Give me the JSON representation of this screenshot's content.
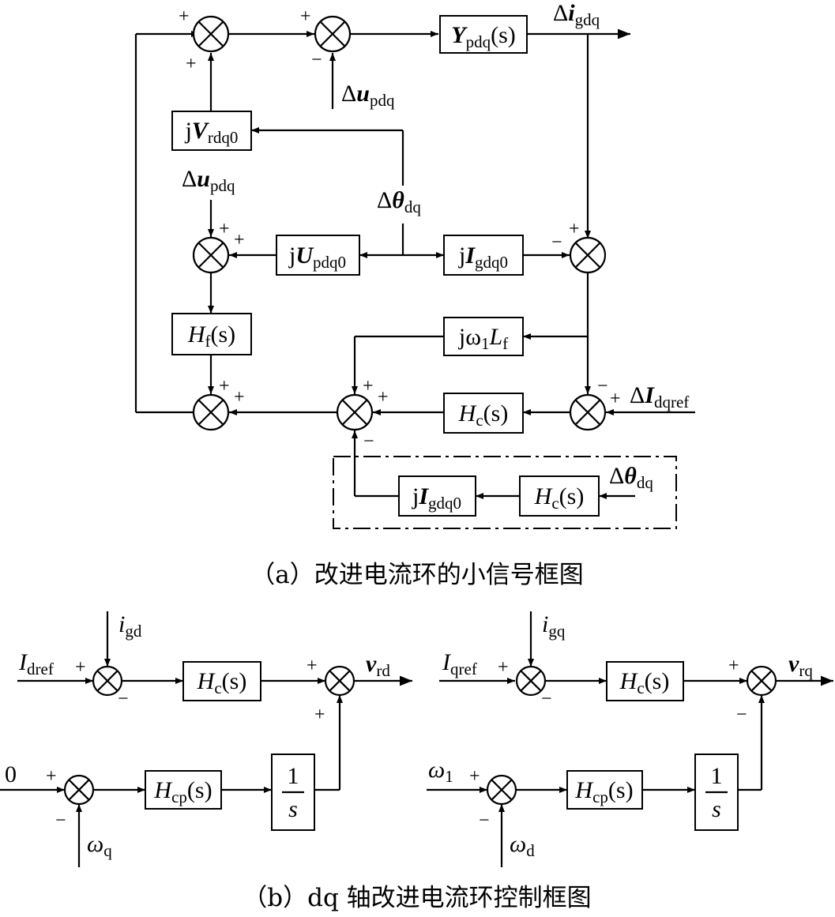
{
  "colors": {
    "ink": "#000000",
    "background": "#ffffff"
  },
  "diagram_a": {
    "caption": "（a）改进电流环的小信号框图",
    "blocks": {
      "Y": {
        "main": "Y",
        "sub": "pdq",
        "tail": "(s)"
      },
      "jV": {
        "head": "j",
        "main": "V",
        "sub": "rdq0"
      },
      "jU": {
        "head": "j",
        "main": "U",
        "sub": "pdq0"
      },
      "jI": {
        "head": "j",
        "main": "I",
        "sub": "gdq0"
      },
      "Hf": {
        "main": "H",
        "sub": "f",
        "tail": "(s)"
      },
      "jwL": {
        "head": "jω",
        "sub1": "1",
        "main": "L",
        "sub": "f"
      },
      "Hc": {
        "main": "H",
        "sub": "c",
        "tail": "(s)"
      },
      "jI2": {
        "head": "j",
        "main": "I",
        "sub": "gdq0"
      },
      "Hc2": {
        "main": "H",
        "sub": "c",
        "tail": "(s)"
      }
    },
    "signals": {
      "delta_i": {
        "pre": "Δ",
        "main": "i",
        "sub": "gdq"
      },
      "delta_u_top": {
        "pre": "Δ",
        "main": "u",
        "sub": "pdq"
      },
      "delta_u_left": {
        "pre": "Δ",
        "main": "u",
        "sub": "pdq"
      },
      "delta_theta": {
        "pre": "Δ",
        "main": "θ",
        "sub": "dq"
      },
      "delta_I_ref": {
        "pre": "Δ",
        "main": "I",
        "sub": "dqref"
      },
      "delta_theta_box": {
        "pre": "Δ",
        "main": "θ",
        "sub": "dq"
      }
    },
    "signs": {
      "s1_top": "+",
      "s1_bottom": "+",
      "s2_top": "+",
      "s2_bottom": "−",
      "s3_top": "+",
      "s3_right": "+",
      "s4_top": "+",
      "s4_left": "−",
      "s5_top": "+",
      "s5_right": "+",
      "s6_top": "+",
      "s6_right": "+",
      "s6_bottom": "−",
      "s7_top": "−",
      "s7_right": "+"
    }
  },
  "diagram_b": {
    "caption": "（b）dq 轴改进电流环控制框图",
    "left": {
      "in_ref": {
        "main": "I",
        "sub": "dref"
      },
      "fb_i": {
        "main": "i",
        "sub": "gd"
      },
      "Hc": {
        "main": "H",
        "sub": "c",
        "tail": "(s)"
      },
      "out": {
        "main": "v",
        "sub": "rd"
      },
      "zero": "0",
      "Hcp": {
        "main": "H",
        "sub": "cp",
        "tail": "(s)"
      },
      "int_num": "1",
      "int_den": "s",
      "omega": {
        "main": "ω",
        "sub": "q"
      },
      "signs": {
        "a_left": "+",
        "a_bottom": "−",
        "b_top": "+",
        "b_bottom": "+",
        "c_left": "+",
        "c_bottom": "−"
      }
    },
    "right": {
      "in_ref": {
        "main": "I",
        "sub": "qref"
      },
      "fb_i": {
        "main": "i",
        "sub": "gq"
      },
      "Hc": {
        "main": "H",
        "sub": "c",
        "tail": "(s)"
      },
      "out": {
        "main": "v",
        "sub": "rq"
      },
      "omega_in": {
        "main": "ω",
        "sub": "1"
      },
      "Hcp": {
        "main": "H",
        "sub": "cp",
        "tail": "(s)"
      },
      "int_num": "1",
      "int_den": "s",
      "omega": {
        "main": "ω",
        "sub": "d"
      },
      "signs": {
        "a_left": "+",
        "a_bottom": "−",
        "b_top": "+",
        "b_bottom": "−",
        "c_left": "+",
        "c_bottom": "−"
      }
    }
  }
}
